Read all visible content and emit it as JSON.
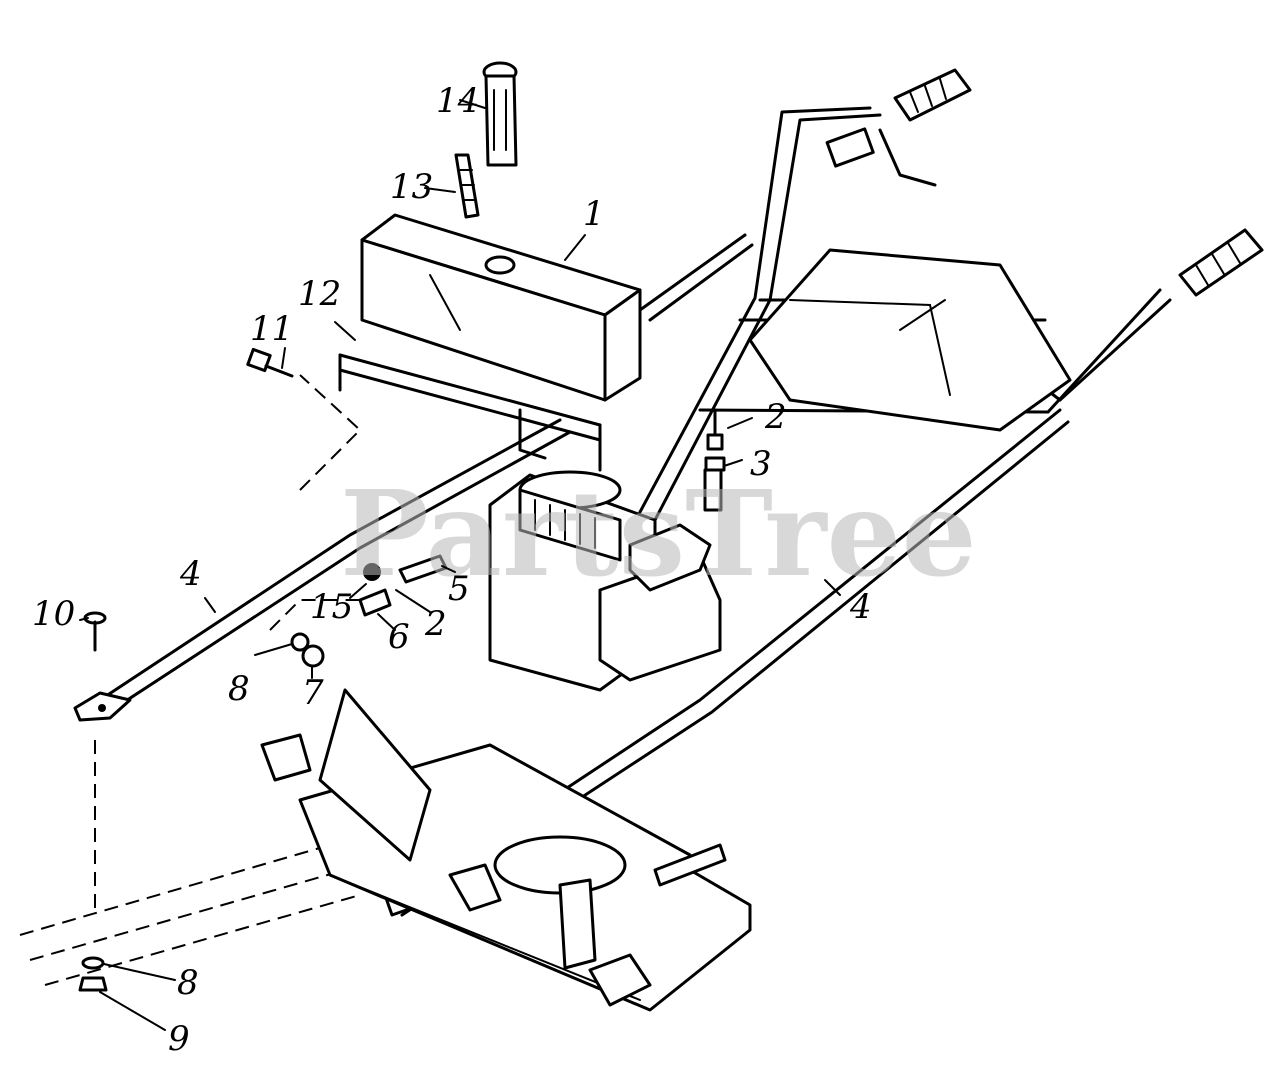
{
  "watermark": "PartsTree",
  "callouts": {
    "c1": "1",
    "c2a": "2",
    "c2b": "2",
    "c3": "3",
    "c4a": "4",
    "c4b": "4",
    "c5": "5",
    "c6": "6",
    "c7": "7",
    "c8a": "8",
    "c8b": "8",
    "c9": "9",
    "c10": "10",
    "c11": "11",
    "c12": "12",
    "c13": "13",
    "c14": "14",
    "c15": "15"
  }
}
